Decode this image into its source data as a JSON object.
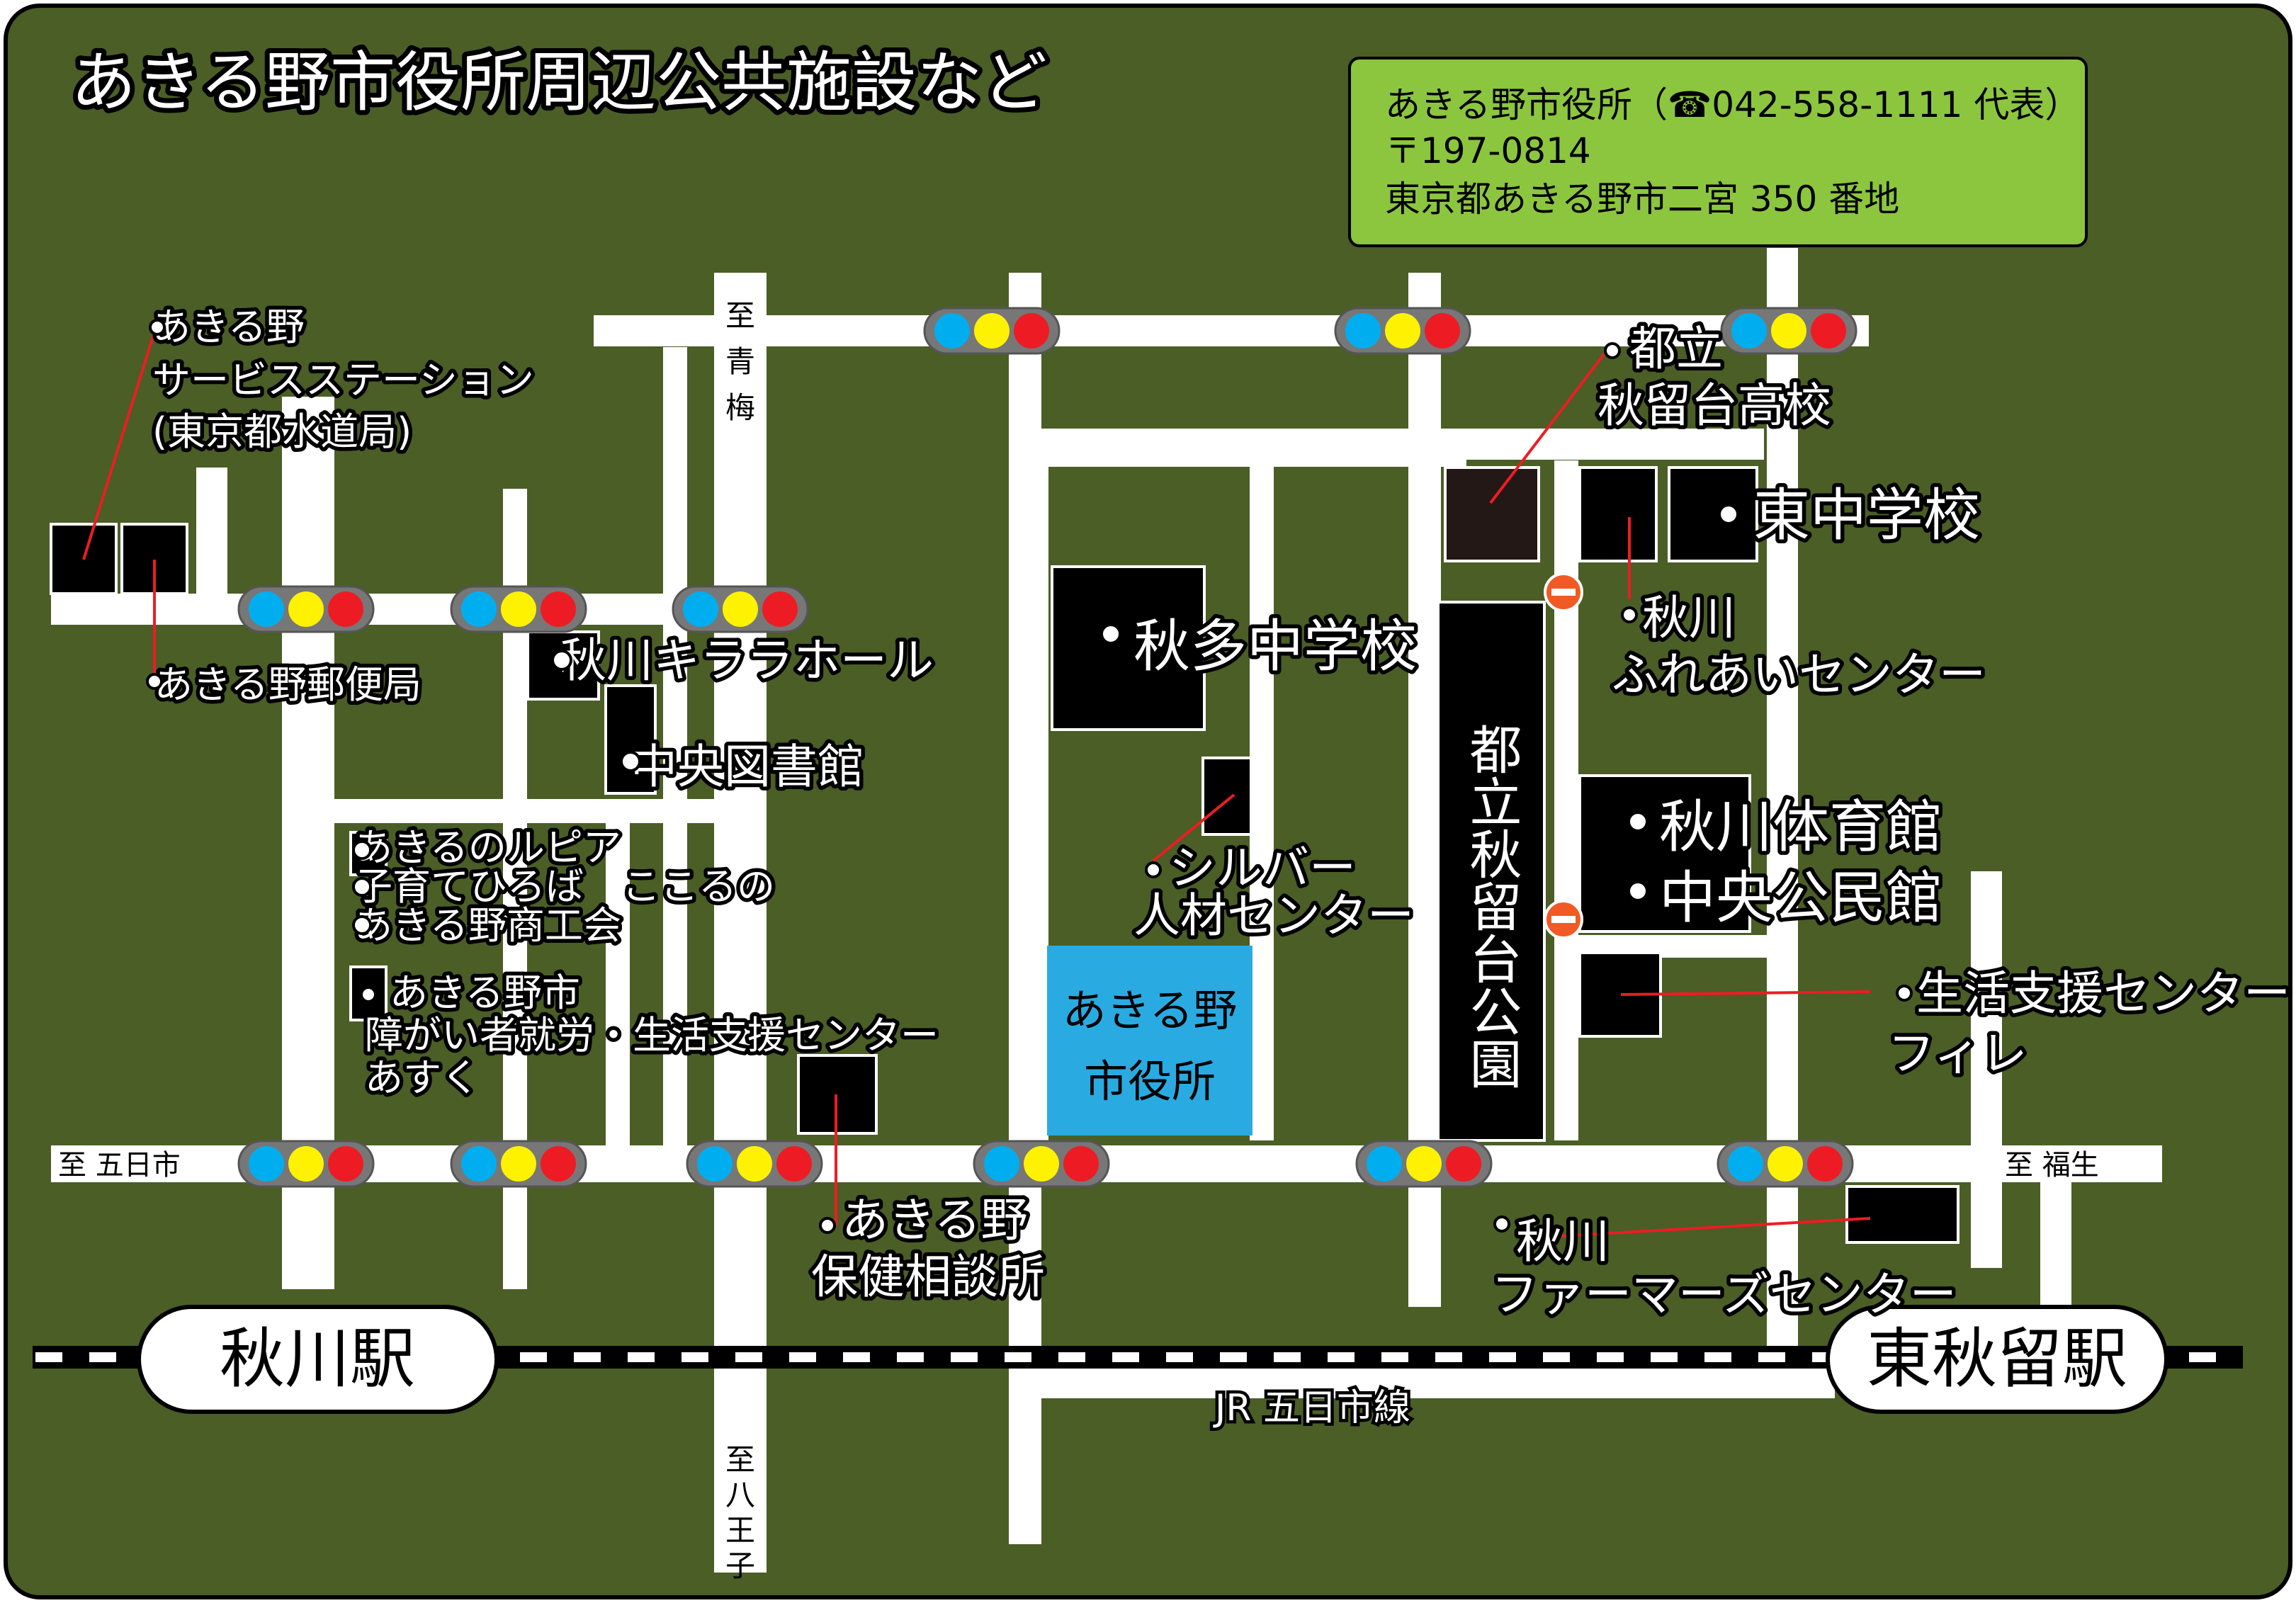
{
  "title": "あきる野市役所周辺公共施設など",
  "info_box": {
    "line1": "あきる野市役所（☎042-558-1111 代表）",
    "line2": "〒197-0814",
    "line3": "東京都あきる野市二宮 350 番地"
  },
  "stations": {
    "akigawa": "秋川駅",
    "higashi_akiru": "東秋留駅"
  },
  "railway": "JR 五日市線",
  "city_hall": {
    "line1": "あきる野",
    "line2": "市役所"
  },
  "road_labels": {
    "itsukaichi": "至 五日市",
    "fussa": "至 福生",
    "ome": [
      "至",
      "青",
      "梅"
    ],
    "hachioji": [
      "至",
      "八",
      "王",
      "子"
    ]
  },
  "facilities": {
    "service_station": [
      "あきる野",
      "サービスステーション",
      "(東京都水道局)"
    ],
    "post_office": "あきる野郵便局",
    "kirara_hall": "秋川キララホール",
    "central_library": "中央図書館",
    "lupia": "あきるのルピア",
    "kokoruno": "子育てひろば　ここるの",
    "chamber": "あきる野商工会",
    "asuku": [
      "あきる野市",
      "障がい者就労・生活支援センター",
      "あすく"
    ],
    "health_center": [
      "あきる野",
      "保健相談所"
    ],
    "akita_jhs": "秋多中学校",
    "silver_center": [
      "シルバー",
      "人材センター"
    ],
    "akiru_hs": [
      "都立",
      "秋留台高校"
    ],
    "higashi_jhs": "東中学校",
    "fureai": [
      "秋川",
      "ふれあいセンター"
    ],
    "gym": "秋川体育館",
    "community_hall": "中央公民館",
    "fil": [
      "生活支援センター",
      "フィレ"
    ],
    "farmers": [
      "秋川",
      "ファーマーズセンター"
    ],
    "park": "都立秋留台公園"
  },
  "colors": {
    "background": "#4a5e26",
    "road": "#ffffff",
    "building": "#000000",
    "info_box": "#8cc63f",
    "city_hall": "#29abe2",
    "signal_blue": "#00aeef",
    "signal_yellow": "#fff200",
    "signal_red": "#ed1c24",
    "leader_line": "#ed1c24",
    "no_entry": "#f15a24"
  }
}
